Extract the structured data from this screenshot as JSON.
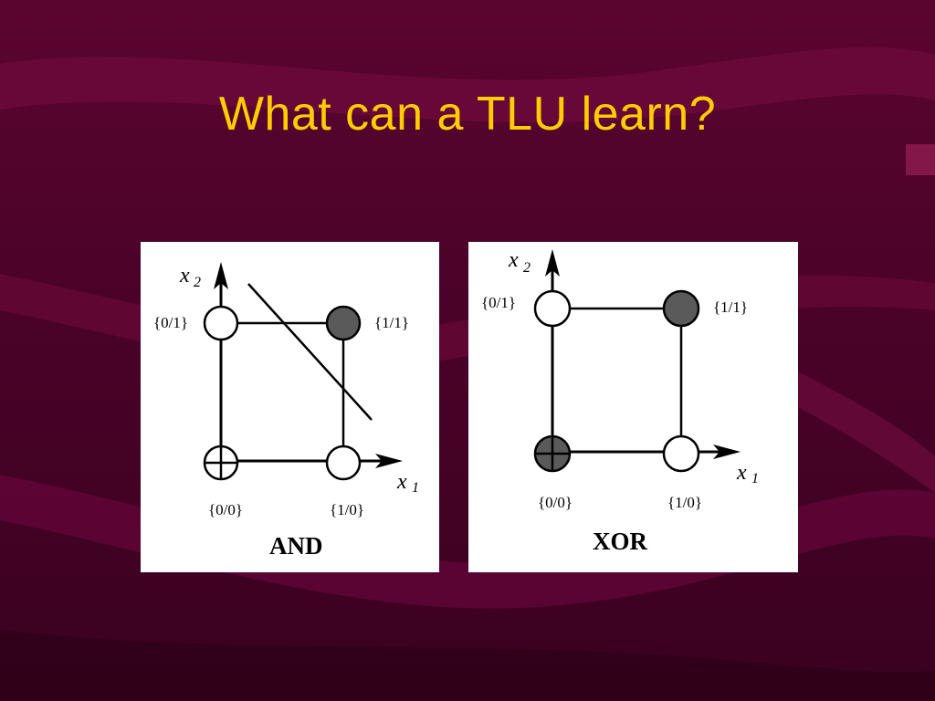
{
  "slide": {
    "title": "What can a TLU learn?"
  },
  "colors": {
    "title": "#ffcc00",
    "background": "#4a0228",
    "filled_point": "#5a5a5a"
  },
  "and_panel": {
    "caption": "AND",
    "x_axis": "x",
    "x_sub": "1",
    "y_axis": "x",
    "y_sub": "2",
    "points": {
      "p00": {
        "label": "{0/0}",
        "output": 0
      },
      "p10": {
        "label": "{1/0}",
        "output": 0
      },
      "p01": {
        "label": "{0/1}",
        "output": 0
      },
      "p11": {
        "label": "{1/1}",
        "output": 1
      }
    },
    "has_separating_line": true
  },
  "xor_panel": {
    "caption": "XOR",
    "x_axis": "x",
    "x_sub": "1",
    "y_axis": "x",
    "y_sub": "2",
    "points": {
      "p00": {
        "label": "{0/0}",
        "output": 1
      },
      "p10": {
        "label": "{1/0}",
        "output": 0
      },
      "p01": {
        "label": "{0/1}",
        "output": 0
      },
      "p11": {
        "label": "{1/1}",
        "output": 1
      }
    },
    "has_separating_line": false
  }
}
